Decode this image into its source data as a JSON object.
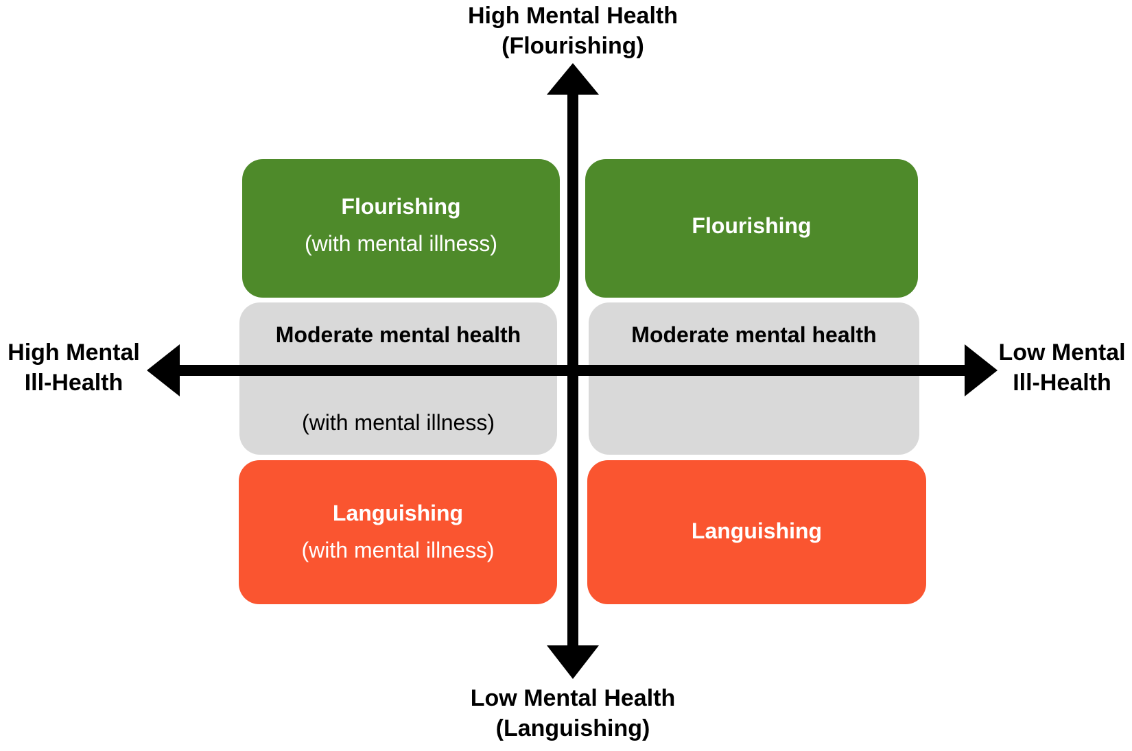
{
  "colors": {
    "flourishing": "#4e8a2a",
    "moderate": "#d9d9d9",
    "languishing": "#fa5530",
    "axis": "#000000",
    "text_on_color": "#ffffff",
    "text_on_gray": "#000000"
  },
  "axes": {
    "top": {
      "line1": "High Mental Health",
      "line2": "(Flourishing)"
    },
    "bottom": {
      "line1": "Low Mental Health",
      "line2": "(Languishing)"
    },
    "left": {
      "line1": "High Mental",
      "line2": "Ill-Health"
    },
    "right": {
      "line1": "Low Mental",
      "line2": "Ill-Health"
    }
  },
  "boxes": {
    "top_left": {
      "title": "Flourishing",
      "subtitle": "(with mental illness)"
    },
    "top_right": {
      "title": "Flourishing"
    },
    "middle_left": {
      "title": "Moderate mental health",
      "subtitle": "(with mental illness)"
    },
    "middle_right": {
      "title": "Moderate mental health"
    },
    "bottom_left": {
      "title": "Languishing",
      "subtitle": "(with mental illness)"
    },
    "bottom_right": {
      "title": "Languishing"
    }
  }
}
